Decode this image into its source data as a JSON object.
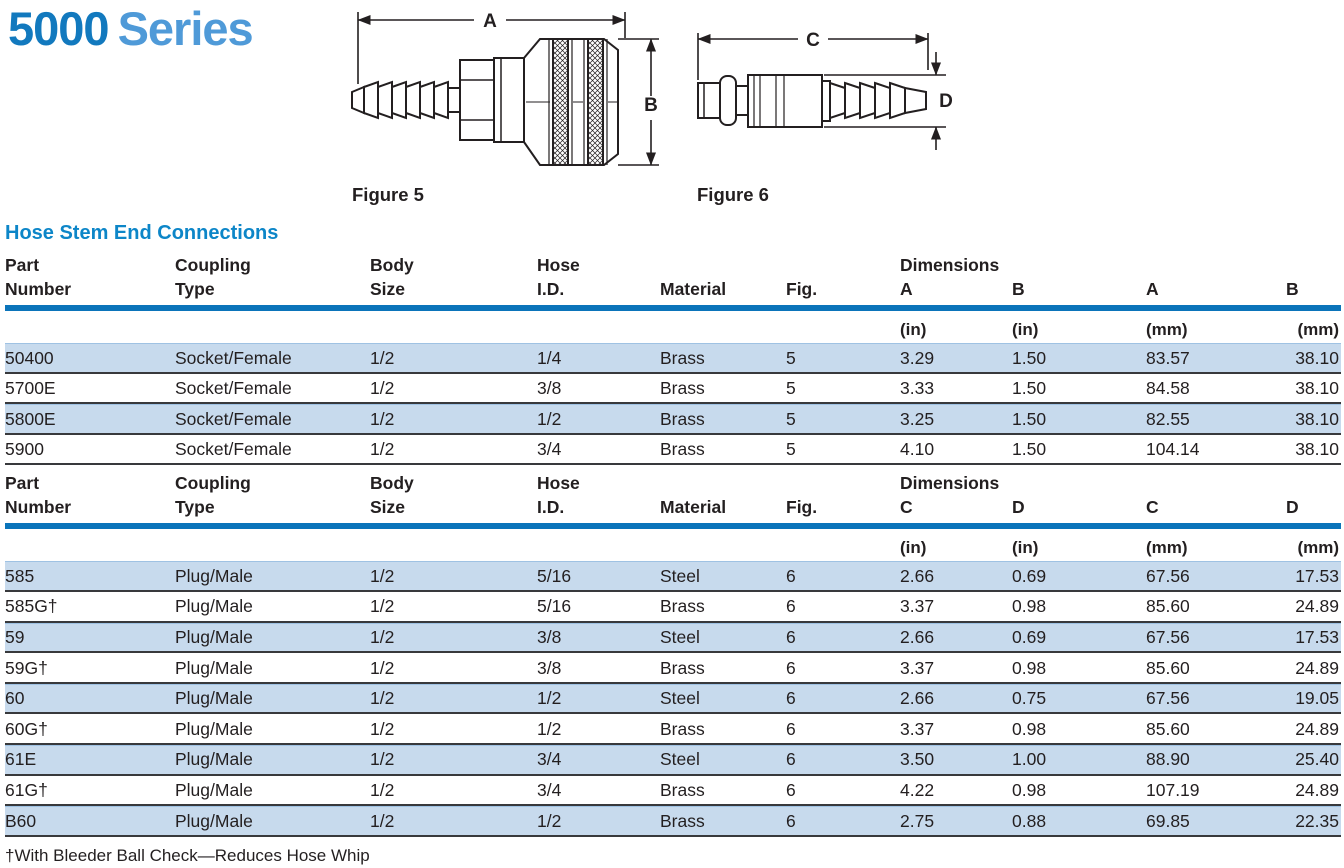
{
  "header": {
    "series_number": "5000",
    "series_word": "Series"
  },
  "figures": [
    {
      "label": "Figure 5",
      "length_dim": "A",
      "height_dim": "B"
    },
    {
      "label": "Figure 6",
      "length_dim": "C",
      "height_dim": "D"
    }
  ],
  "section": {
    "title": "Hose Stem End Connections"
  },
  "table": {
    "sections": [
      {
        "header_top": [
          "Part",
          "Coupling",
          "Body",
          "Hose",
          "",
          "",
          "Dimensions"
        ],
        "header_bottom": [
          "Number",
          "Type",
          "Size",
          "I.D.",
          "Material",
          "Fig.",
          "A",
          "B",
          "A",
          "B"
        ],
        "units": [
          "",
          "",
          "",
          "",
          "",
          "",
          "(in)",
          "(in)",
          "(mm)",
          "(mm)"
        ],
        "rows": [
          [
            "50400",
            "Socket/Female",
            "1/2",
            "1/4",
            "Brass",
            "5",
            "3.29",
            "1.50",
            "83.57",
            "38.10"
          ],
          [
            "5700E",
            "Socket/Female",
            "1/2",
            "3/8",
            "Brass",
            "5",
            "3.33",
            "1.50",
            "84.58",
            "38.10"
          ],
          [
            "5800E",
            "Socket/Female",
            "1/2",
            "1/2",
            "Brass",
            "5",
            "3.25",
            "1.50",
            "82.55",
            "38.10"
          ],
          [
            "5900",
            "Socket/Female",
            "1/2",
            "3/4",
            "Brass",
            "5",
            "4.10",
            "1.50",
            "104.14",
            "38.10"
          ]
        ]
      },
      {
        "header_top": [
          "Part",
          "Coupling",
          "Body",
          "Hose",
          "",
          "",
          "Dimensions"
        ],
        "header_bottom": [
          "Number",
          "Type",
          "Size",
          "I.D.",
          "Material",
          "Fig.",
          "C",
          "D",
          "C",
          "D"
        ],
        "units": [
          "",
          "",
          "",
          "",
          "",
          "",
          "(in)",
          "(in)",
          "(mm)",
          "(mm)"
        ],
        "rows": [
          [
            "585",
            "Plug/Male",
            "1/2",
            "5/16",
            "Steel",
            "6",
            "2.66",
            "0.69",
            "67.56",
            "17.53"
          ],
          [
            "585G†",
            "Plug/Male",
            "1/2",
            "5/16",
            "Brass",
            "6",
            "3.37",
            "0.98",
            "85.60",
            "24.89"
          ],
          [
            "59",
            "Plug/Male",
            "1/2",
            "3/8",
            "Steel",
            "6",
            "2.66",
            "0.69",
            "67.56",
            "17.53"
          ],
          [
            "59G†",
            "Plug/Male",
            "1/2",
            "3/8",
            "Brass",
            "6",
            "3.37",
            "0.98",
            "85.60",
            "24.89"
          ],
          [
            "60",
            "Plug/Male",
            "1/2",
            "1/2",
            "Steel",
            "6",
            "2.66",
            "0.75",
            "67.56",
            "19.05"
          ],
          [
            "60G†",
            "Plug/Male",
            "1/2",
            "1/2",
            "Brass",
            "6",
            "3.37",
            "0.98",
            "85.60",
            "24.89"
          ],
          [
            "61E",
            "Plug/Male",
            "1/2",
            "3/4",
            "Steel",
            "6",
            "3.50",
            "1.00",
            "88.90",
            "25.40"
          ],
          [
            "61G†",
            "Plug/Male",
            "1/2",
            "3/4",
            "Brass",
            "6",
            "4.22",
            "0.98",
            "107.19",
            "24.89"
          ],
          [
            "B60",
            "Plug/Male",
            "1/2",
            "1/2",
            "Brass",
            "6",
            "2.75",
            "0.88",
            "69.85",
            "22.35"
          ]
        ]
      }
    ]
  },
  "footnote": "†With Bleeder Ball Check—Reduces Hose Whip",
  "colors": {
    "series_number_blue": "#1279be",
    "series_word_blue": "#4f9ad8",
    "heading_blue": "#0d86c8",
    "rule_blue": "#0b74ba",
    "row_shade": "#c7daed",
    "row_shade_top_line": "#9fc2e3",
    "row_border_dark": "#38393c",
    "ink": "#231f20"
  }
}
